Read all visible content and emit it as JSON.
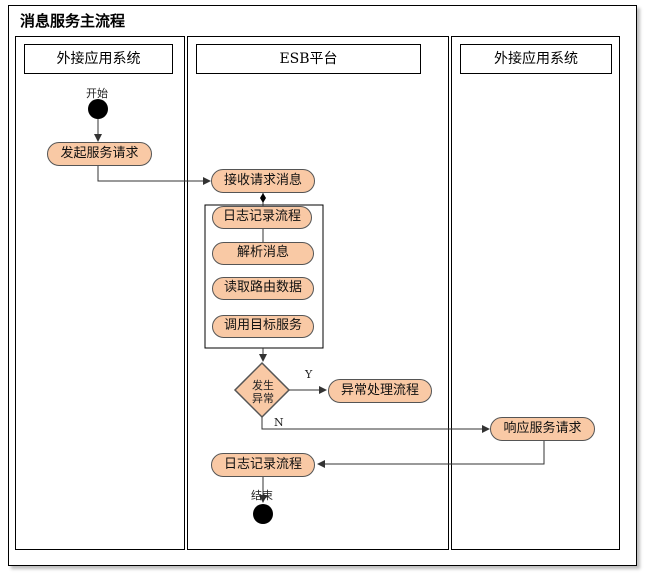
{
  "title": "消息服务主流程",
  "lanes": {
    "left": "外接应用系统",
    "middle": "ESB平台",
    "right": "外接应用系统"
  },
  "nodes": {
    "start": "开始",
    "initiate": "发起服务请求",
    "receive": "接收请求消息",
    "log1": "日志记录流程",
    "parse": "解析消息",
    "route": "读取路由数据",
    "invoke": "调用目标服务",
    "decision": "发生异常",
    "decision_line1": "发生",
    "decision_line2": "异常",
    "exception": "异常处理流程",
    "respond": "响应服务请求",
    "log2": "日志记录流程",
    "end": "结束"
  },
  "edge_labels": {
    "yes": "Y",
    "no": "N"
  },
  "colors": {
    "node_fill": "#f9c9a5",
    "border": "#000000"
  }
}
